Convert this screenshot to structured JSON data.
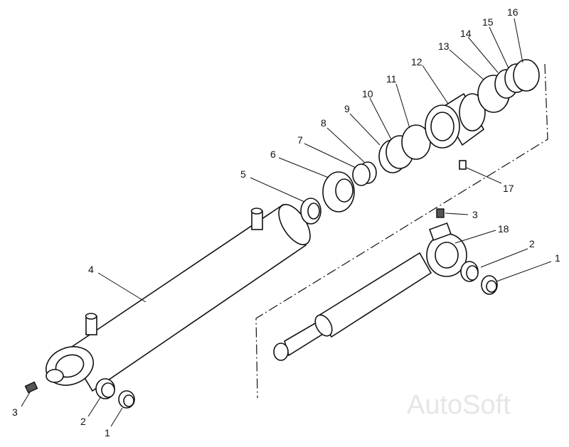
{
  "callouts": [
    {
      "id": "c16",
      "text": "16"
    },
    {
      "id": "c15",
      "text": "15"
    },
    {
      "id": "c14",
      "text": "14"
    },
    {
      "id": "c13",
      "text": "13"
    },
    {
      "id": "c12",
      "text": "12"
    },
    {
      "id": "c11",
      "text": "11"
    },
    {
      "id": "c10",
      "text": "10"
    },
    {
      "id": "c9",
      "text": "9"
    },
    {
      "id": "c8",
      "text": "8"
    },
    {
      "id": "c7",
      "text": "7"
    },
    {
      "id": "c6",
      "text": "6"
    },
    {
      "id": "c5",
      "text": "5"
    },
    {
      "id": "c4",
      "text": "4"
    },
    {
      "id": "c17",
      "text": "17"
    },
    {
      "id": "c3r",
      "text": "3"
    },
    {
      "id": "c18",
      "text": "18"
    },
    {
      "id": "c2r",
      "text": "2"
    },
    {
      "id": "c1r",
      "text": "1"
    },
    {
      "id": "c3l",
      "text": "3"
    },
    {
      "id": "c2l",
      "text": "2"
    },
    {
      "id": "c1l",
      "text": "1"
    }
  ],
  "watermark": "AutoSoft"
}
